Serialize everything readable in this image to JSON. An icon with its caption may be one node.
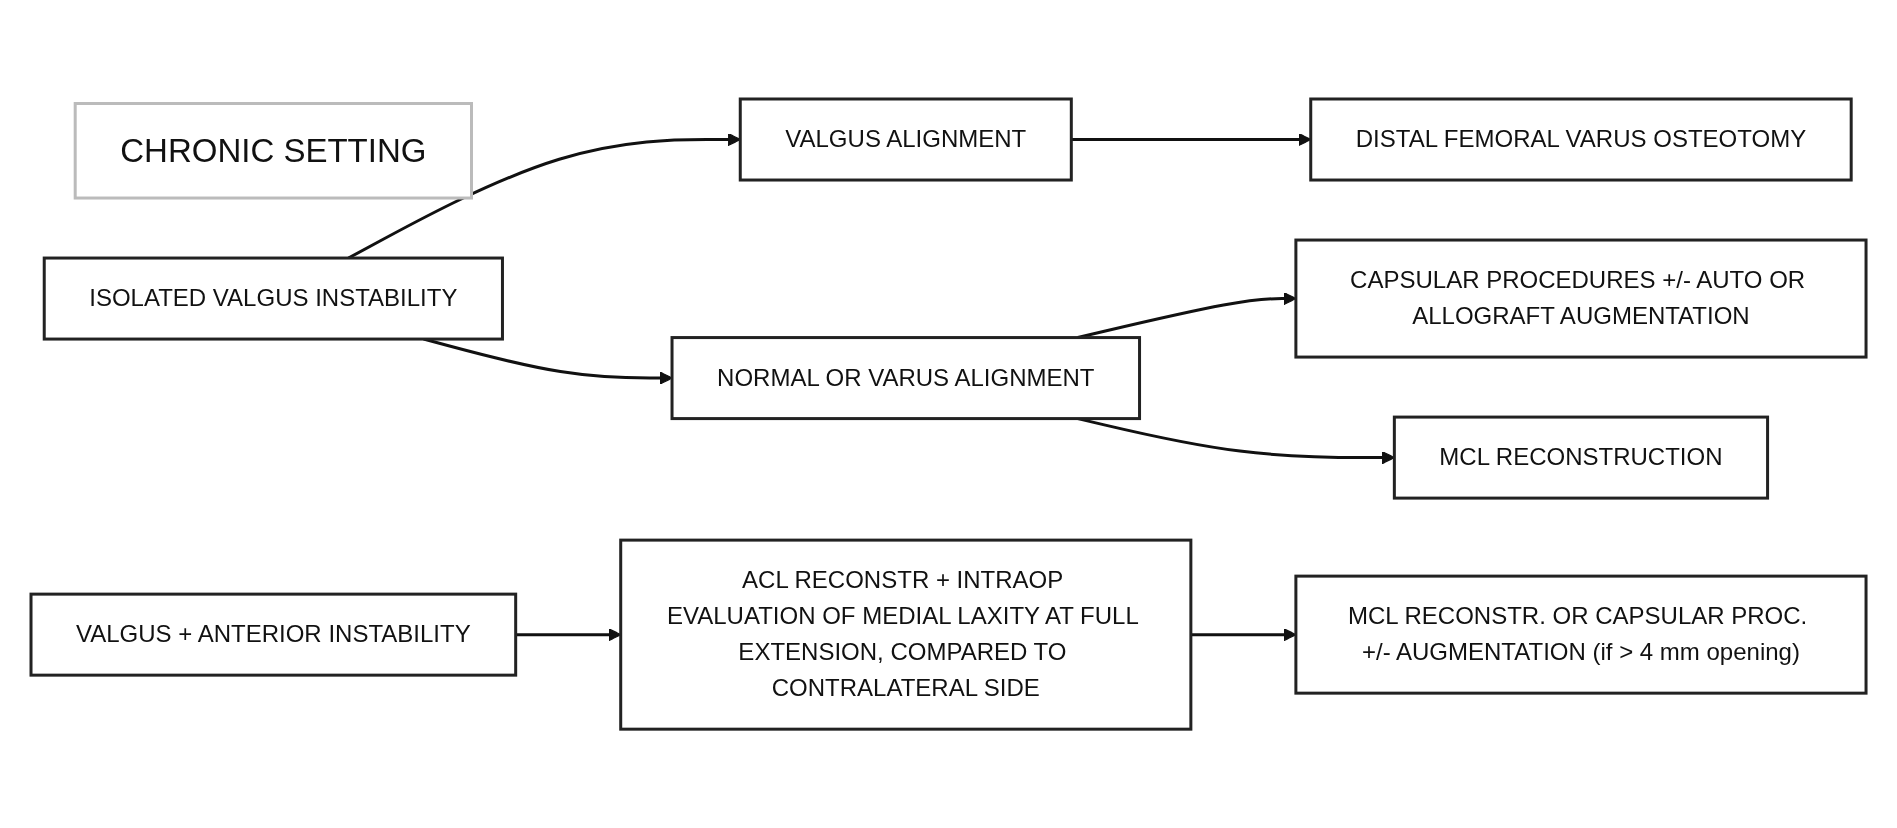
{
  "diagram": {
    "nodes": [
      {
        "text": [
          "CHRONIC SETTING"
        ]
      },
      {
        "text": [
          "ISOLATED VALGUS INSTABILITY"
        ]
      },
      {
        "text": [
          "VALGUS ALIGNMENT"
        ]
      },
      {
        "text": [
          "DISTAL FEMORAL VARUS OSTEOTOMY"
        ]
      },
      {
        "text": [
          "NORMAL OR VARUS ALIGNMENT"
        ]
      },
      {
        "text": [
          "CAPSULAR PROCEDURES +/- AUTO OR ALLOGRAFT AUGMENTATION"
        ]
      },
      {
        "text": [
          "MCL RECONSTRUCTION"
        ]
      },
      {
        "text": [
          "VALGUS + ANTERIOR INSTABILITY"
        ]
      },
      {
        "text": [
          "ACL RECONSTR + INTRAOP EVALUATION OF MEDIAL LAXITY AT FULL EXTENSION, COMPARED TO CONTRALATERAL SIDE"
        ]
      },
      {
        "text": [
          "MCL RECONSTR. OR CAPSULAR PROC. +/- AUGMENTATION (if > 4 mm opening)"
        ]
      }
    ],
    "edges": [
      {
        "from": 1,
        "to": 2,
        "arrow": "to"
      },
      {
        "from": 1,
        "to": 4,
        "arrow": "to"
      },
      {
        "from": 2,
        "to": 3,
        "arrow": "to"
      },
      {
        "from": 4,
        "to": 5,
        "arrow": "to"
      },
      {
        "from": 4,
        "to": 6,
        "arrow": "to"
      },
      {
        "from": 7,
        "to": 8,
        "arrow": "to"
      },
      {
        "from": 8,
        "to": 9,
        "arrow": "to"
      }
    ]
  }
}
